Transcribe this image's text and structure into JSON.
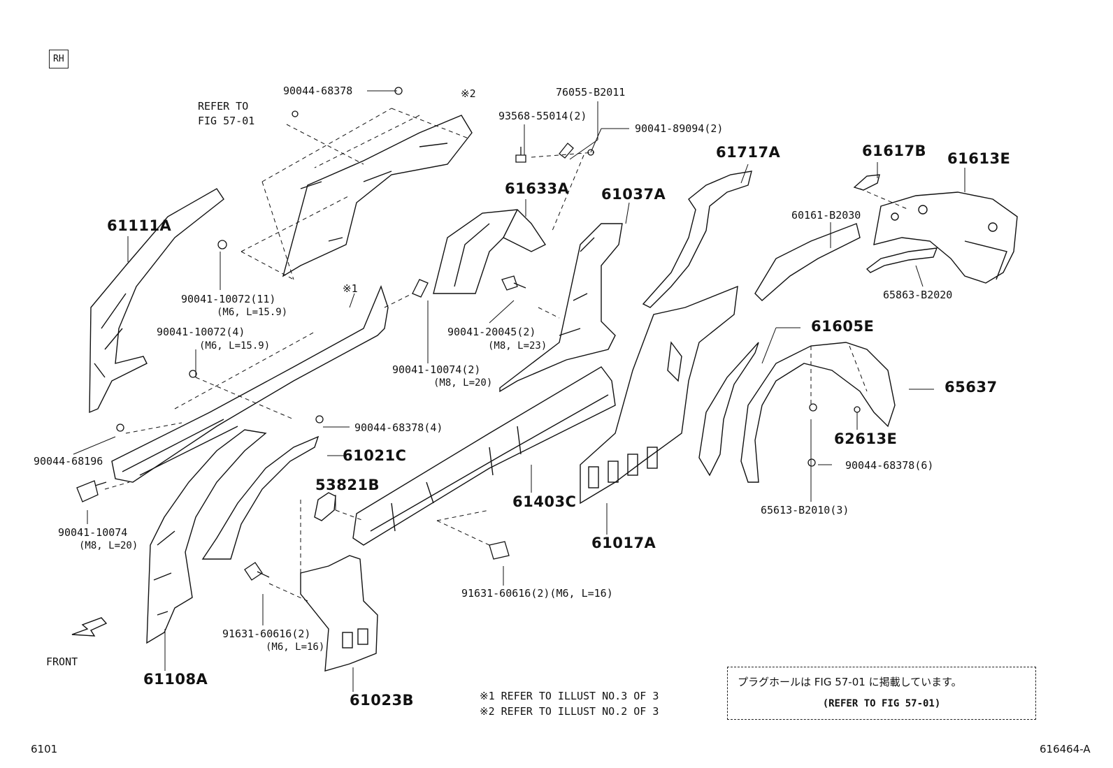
{
  "tag": "RH",
  "labels": {
    "p90044_68378_top": "90044-68378",
    "refer_to": "REFER TO",
    "fig_57_01": "FIG 57-01",
    "star2": "※2",
    "p76055_b2011": "76055-B2011",
    "p93568_55014": "93568-55014(2)",
    "p90041_89094": "90041-89094(2)",
    "p61717a": "61717A",
    "p61617b": "61617B",
    "p61613e": "61613E",
    "p61111a": "61111A",
    "p61633a": "61633A",
    "p61037a": "61037A",
    "p60161_b2030": "60161-B2030",
    "p65863_b2020": "65863-B2020",
    "p90041_10072_11": "90041-10072(11)",
    "sub_m6_159_a": "(M6, L=15.9)",
    "star1": "※1",
    "p90041_10072_4": "90041-10072(4)",
    "sub_m6_159_b": "(M6, L=15.9)",
    "p90041_20045": "90041-20045(2)",
    "sub_m8_23": "(M8, L=23)",
    "p61605e": "61605E",
    "p90041_10074_2": "90041-10074(2)",
    "sub_m8_20_a": "(M8, L=20)",
    "p65637": "65637",
    "p62613e": "62613E",
    "p90044_68378_4": "90044-68378(4)",
    "p90044_68196": "90044-68196",
    "p61021c": "61021C",
    "p90044_68378_6": "90044-68378(6)",
    "p53821b": "53821B",
    "p61403c": "61403C",
    "p65613_b2010": "65613-B2010(3)",
    "p90041_10074": "90041-10074",
    "sub_m8_20_b": "(M8, L=20)",
    "p61017a": "61017A",
    "p91631_60616_a": "91631-60616(2)(M6, L=16)",
    "p91631_60616_b": "91631-60616(2)",
    "sub_m6_16": "(M6, L=16)",
    "front": "FRONT",
    "p61108a": "61108A",
    "p61023b": "61023B"
  },
  "footnotes": {
    "n1": "※1 REFER TO ILLUST NO.3 OF 3",
    "n2": "※2 REFER TO ILLUST NO.2 OF 3"
  },
  "note": {
    "jp": "プラグホールは FIG 57-01 に掲載しています。",
    "en": "(REFER TO FIG 57-01)"
  },
  "corner": {
    "left": "6101",
    "right": "616464-A"
  }
}
